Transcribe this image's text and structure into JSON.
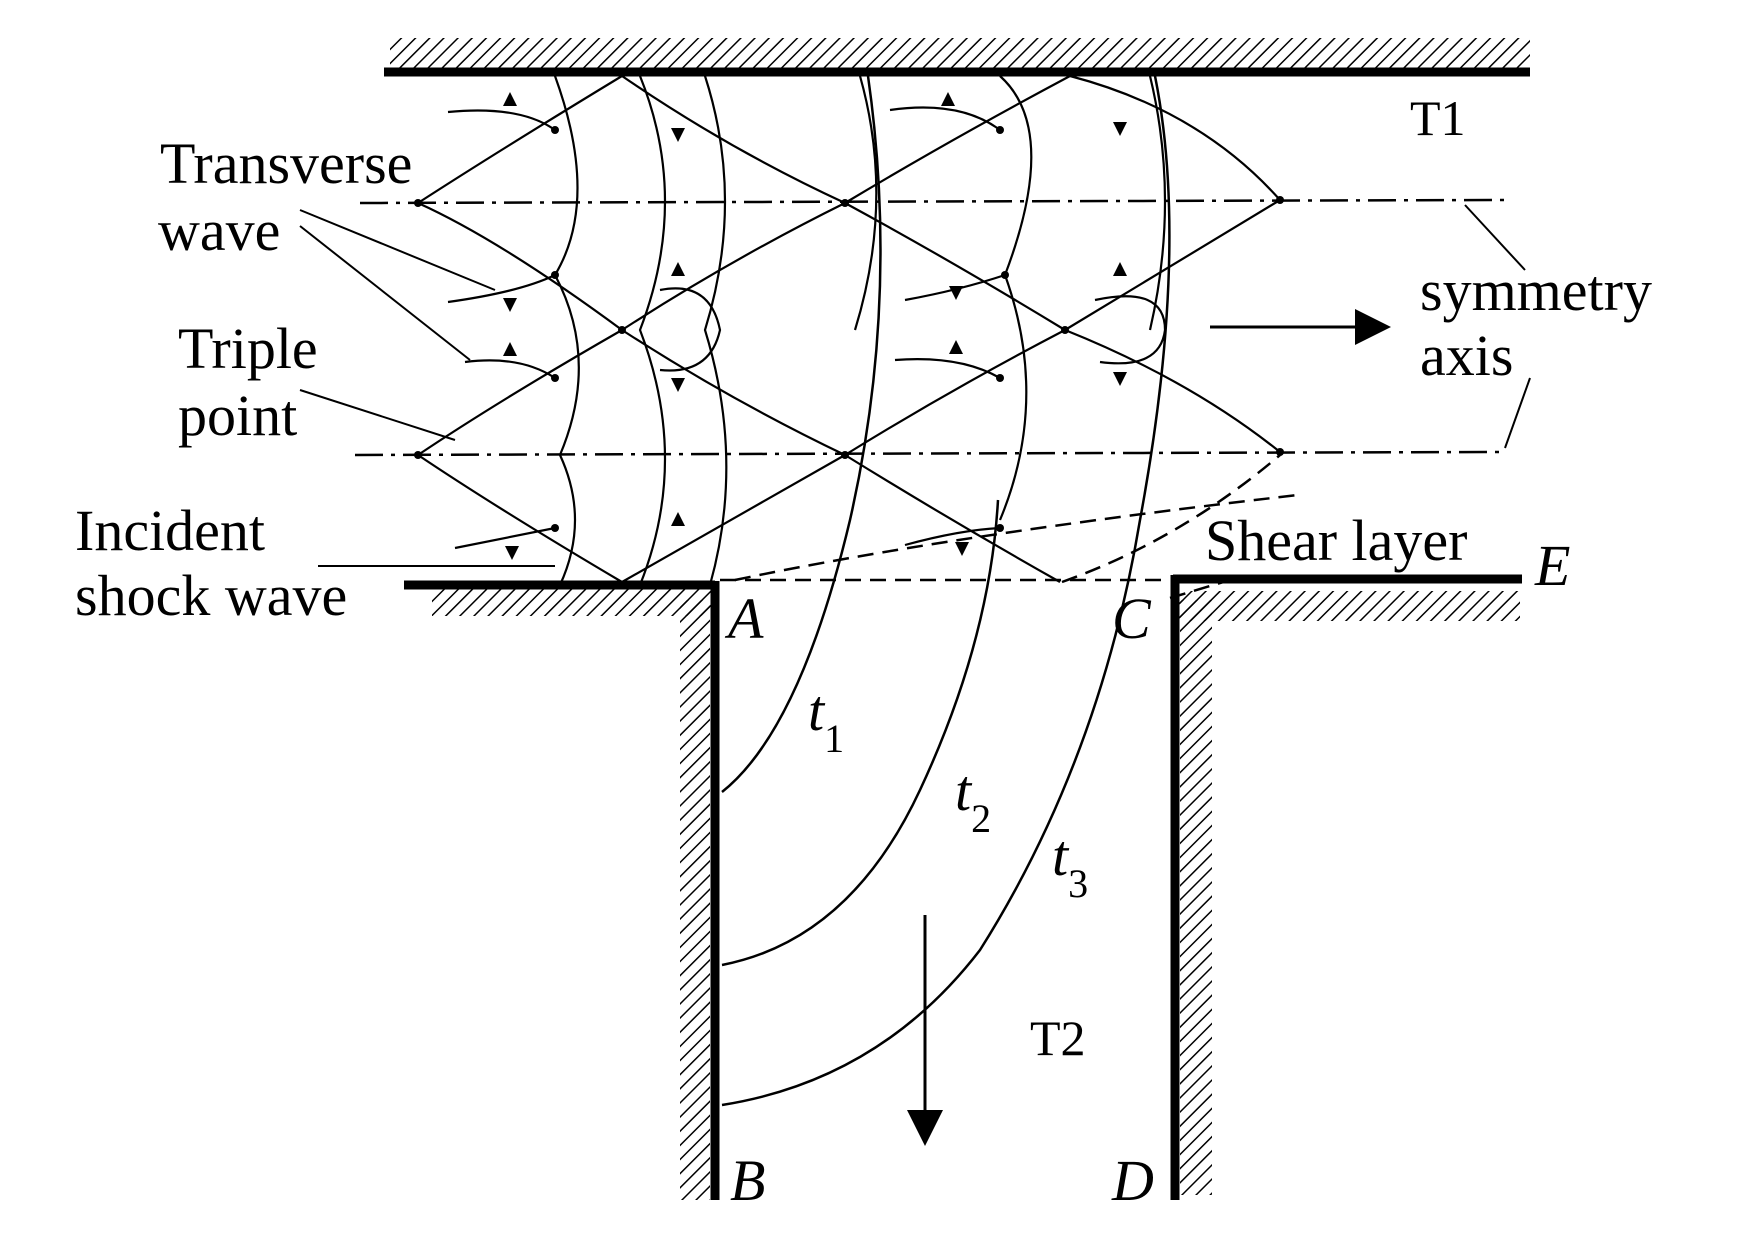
{
  "labels": {
    "transverse_wave": [
      "Transverse",
      "wave"
    ],
    "triple_point": [
      "Triple",
      "point"
    ],
    "incident_shock": [
      "Incident",
      "shock wave"
    ],
    "symmetry_axis": [
      "symmetry",
      "axis"
    ],
    "shear_layer": "Shear layer",
    "T1": "T1",
    "T2": "T2",
    "point_A": "A",
    "point_B": "B",
    "point_C": "C",
    "point_D": "D",
    "point_E": "E",
    "t1": "t",
    "t1_sub": "1",
    "t2": "t",
    "t2_sub": "2",
    "t3": "t",
    "t3_sub": "3"
  }
}
